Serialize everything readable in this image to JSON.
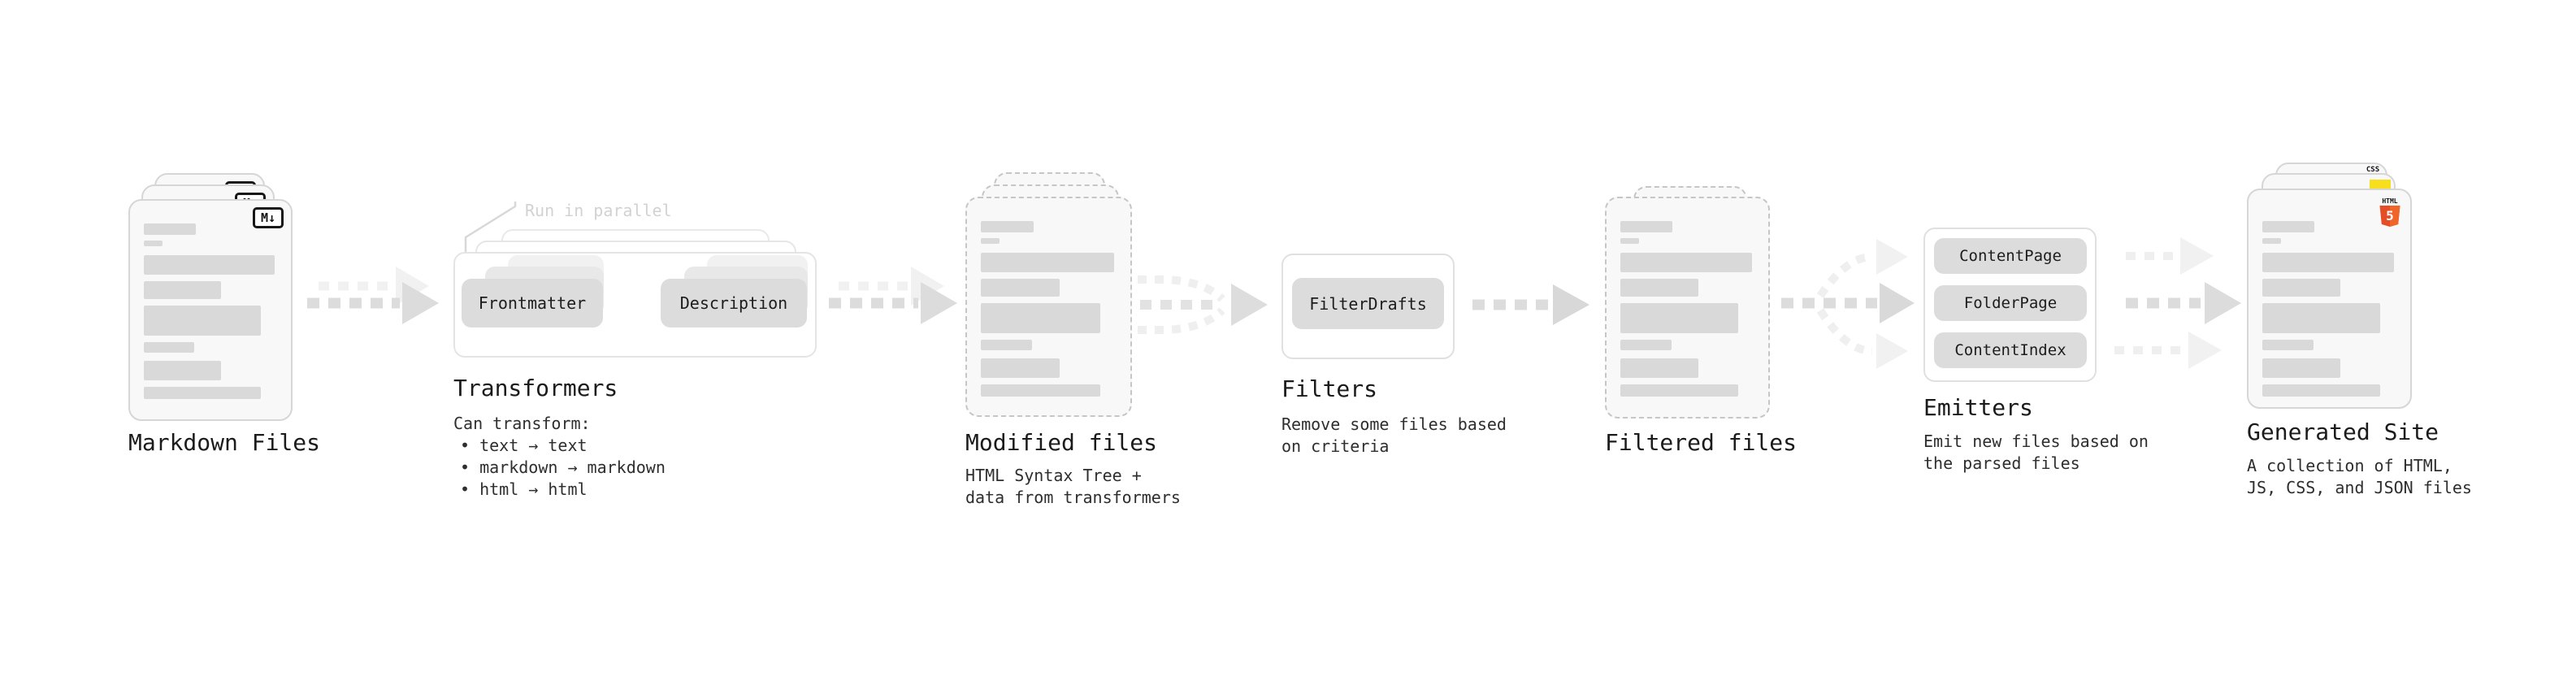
{
  "stages": {
    "markdown_files": {
      "heading": "Markdown Files",
      "file_badge": "M↓"
    },
    "transformers": {
      "heading": "Transformers",
      "parallel_note": "Run in parallel",
      "box_front": "Frontmatter",
      "box_back": "Description",
      "desc_intro": "Can transform:",
      "bullets": [
        "• text → text",
        "• markdown → markdown",
        "• html → html"
      ]
    },
    "modified_files": {
      "heading": "Modified files",
      "description_lines": [
        "HTML Syntax Tree +",
        "data from transformers"
      ]
    },
    "filters": {
      "heading": "Filters",
      "box": "FilterDrafts",
      "description_lines": [
        "Remove some files based",
        "on criteria"
      ]
    },
    "filtered_files": {
      "heading": "Filtered files"
    },
    "emitters": {
      "heading": "Emitters",
      "boxes": [
        "ContentPage",
        "FolderPage",
        "ContentIndex"
      ],
      "description_lines": [
        "Emit new files based on",
        "the parsed files"
      ]
    },
    "generated_site": {
      "heading": "Generated Site",
      "description_lines": [
        "A collection of HTML,",
        "JS, CSS, and JSON files"
      ],
      "css_badge": "CSS",
      "html_badge_text": "HTML",
      "html_badge_number": "5"
    }
  },
  "colors": {
    "js_yellow": "#f7df1e",
    "css_blue": "#2965f1",
    "html5_orange": "#e44d26",
    "arrow_gray": "#dcdcdc",
    "arrow_light_gray": "#f0f0f0",
    "placeholder_gray": "#d9d9d9"
  },
  "placeholder_bars": [
    {
      "w": 39,
      "h": 14,
      "mb": 7
    },
    {
      "w": 14,
      "h": 7,
      "mb": 11
    },
    {
      "w": 98,
      "h": 24,
      "mb": 8
    },
    {
      "w": 58,
      "h": 22,
      "mb": 8
    },
    {
      "w": 88,
      "h": 37,
      "mb": 8
    },
    {
      "w": 38,
      "h": 13,
      "mb": 10
    },
    {
      "w": 58,
      "h": 24,
      "mb": 8
    },
    {
      "w": 88,
      "h": 15,
      "mb": 0
    }
  ]
}
